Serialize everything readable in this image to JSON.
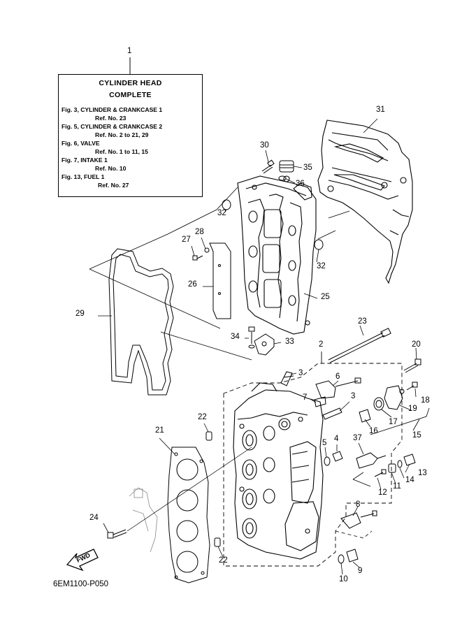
{
  "legend": {
    "title_line1": "CYLINDER HEAD",
    "title_line2": "COMPLETE",
    "lines": [
      "Fig. 3, CYLINDER & CRANKCASE 1",
      "Ref. No. 23",
      "Fig. 5, CYLINDER & CRANKCASE 2",
      "Ref. No. 2 to 21, 29",
      "Fig. 6, VALVE",
      "Ref. No. 1 to 11, 15",
      "Fig. 7, INTAKE 1",
      "Ref. No. 10",
      "Fig. 13, FUEL 1",
      "Ref. No. 27"
    ]
  },
  "callouts": {
    "c1": "1",
    "c2": "2",
    "c3a": "3",
    "c3b": "3",
    "c4": "4",
    "c5": "5",
    "c6": "6",
    "c7": "7",
    "c8": "8",
    "c9": "9",
    "c10": "10",
    "c11": "11",
    "c12": "12",
    "c13": "13",
    "c14": "14",
    "c15": "15",
    "c16": "16",
    "c17": "17",
    "c18": "18",
    "c19": "19",
    "c20": "20",
    "c21": "21",
    "c22a": "22",
    "c22b": "22",
    "c23": "23",
    "c24": "24",
    "c25": "25",
    "c26": "26",
    "c27": "27",
    "c28": "28",
    "c29": "29",
    "c30": "30",
    "c31": "31",
    "c32a": "32",
    "c32b": "32",
    "c33": "33",
    "c34": "34",
    "c35": "35",
    "c36": "36",
    "c37": "37"
  },
  "fwd_label": "FWD",
  "diagram_code": "6EM1100-P050"
}
